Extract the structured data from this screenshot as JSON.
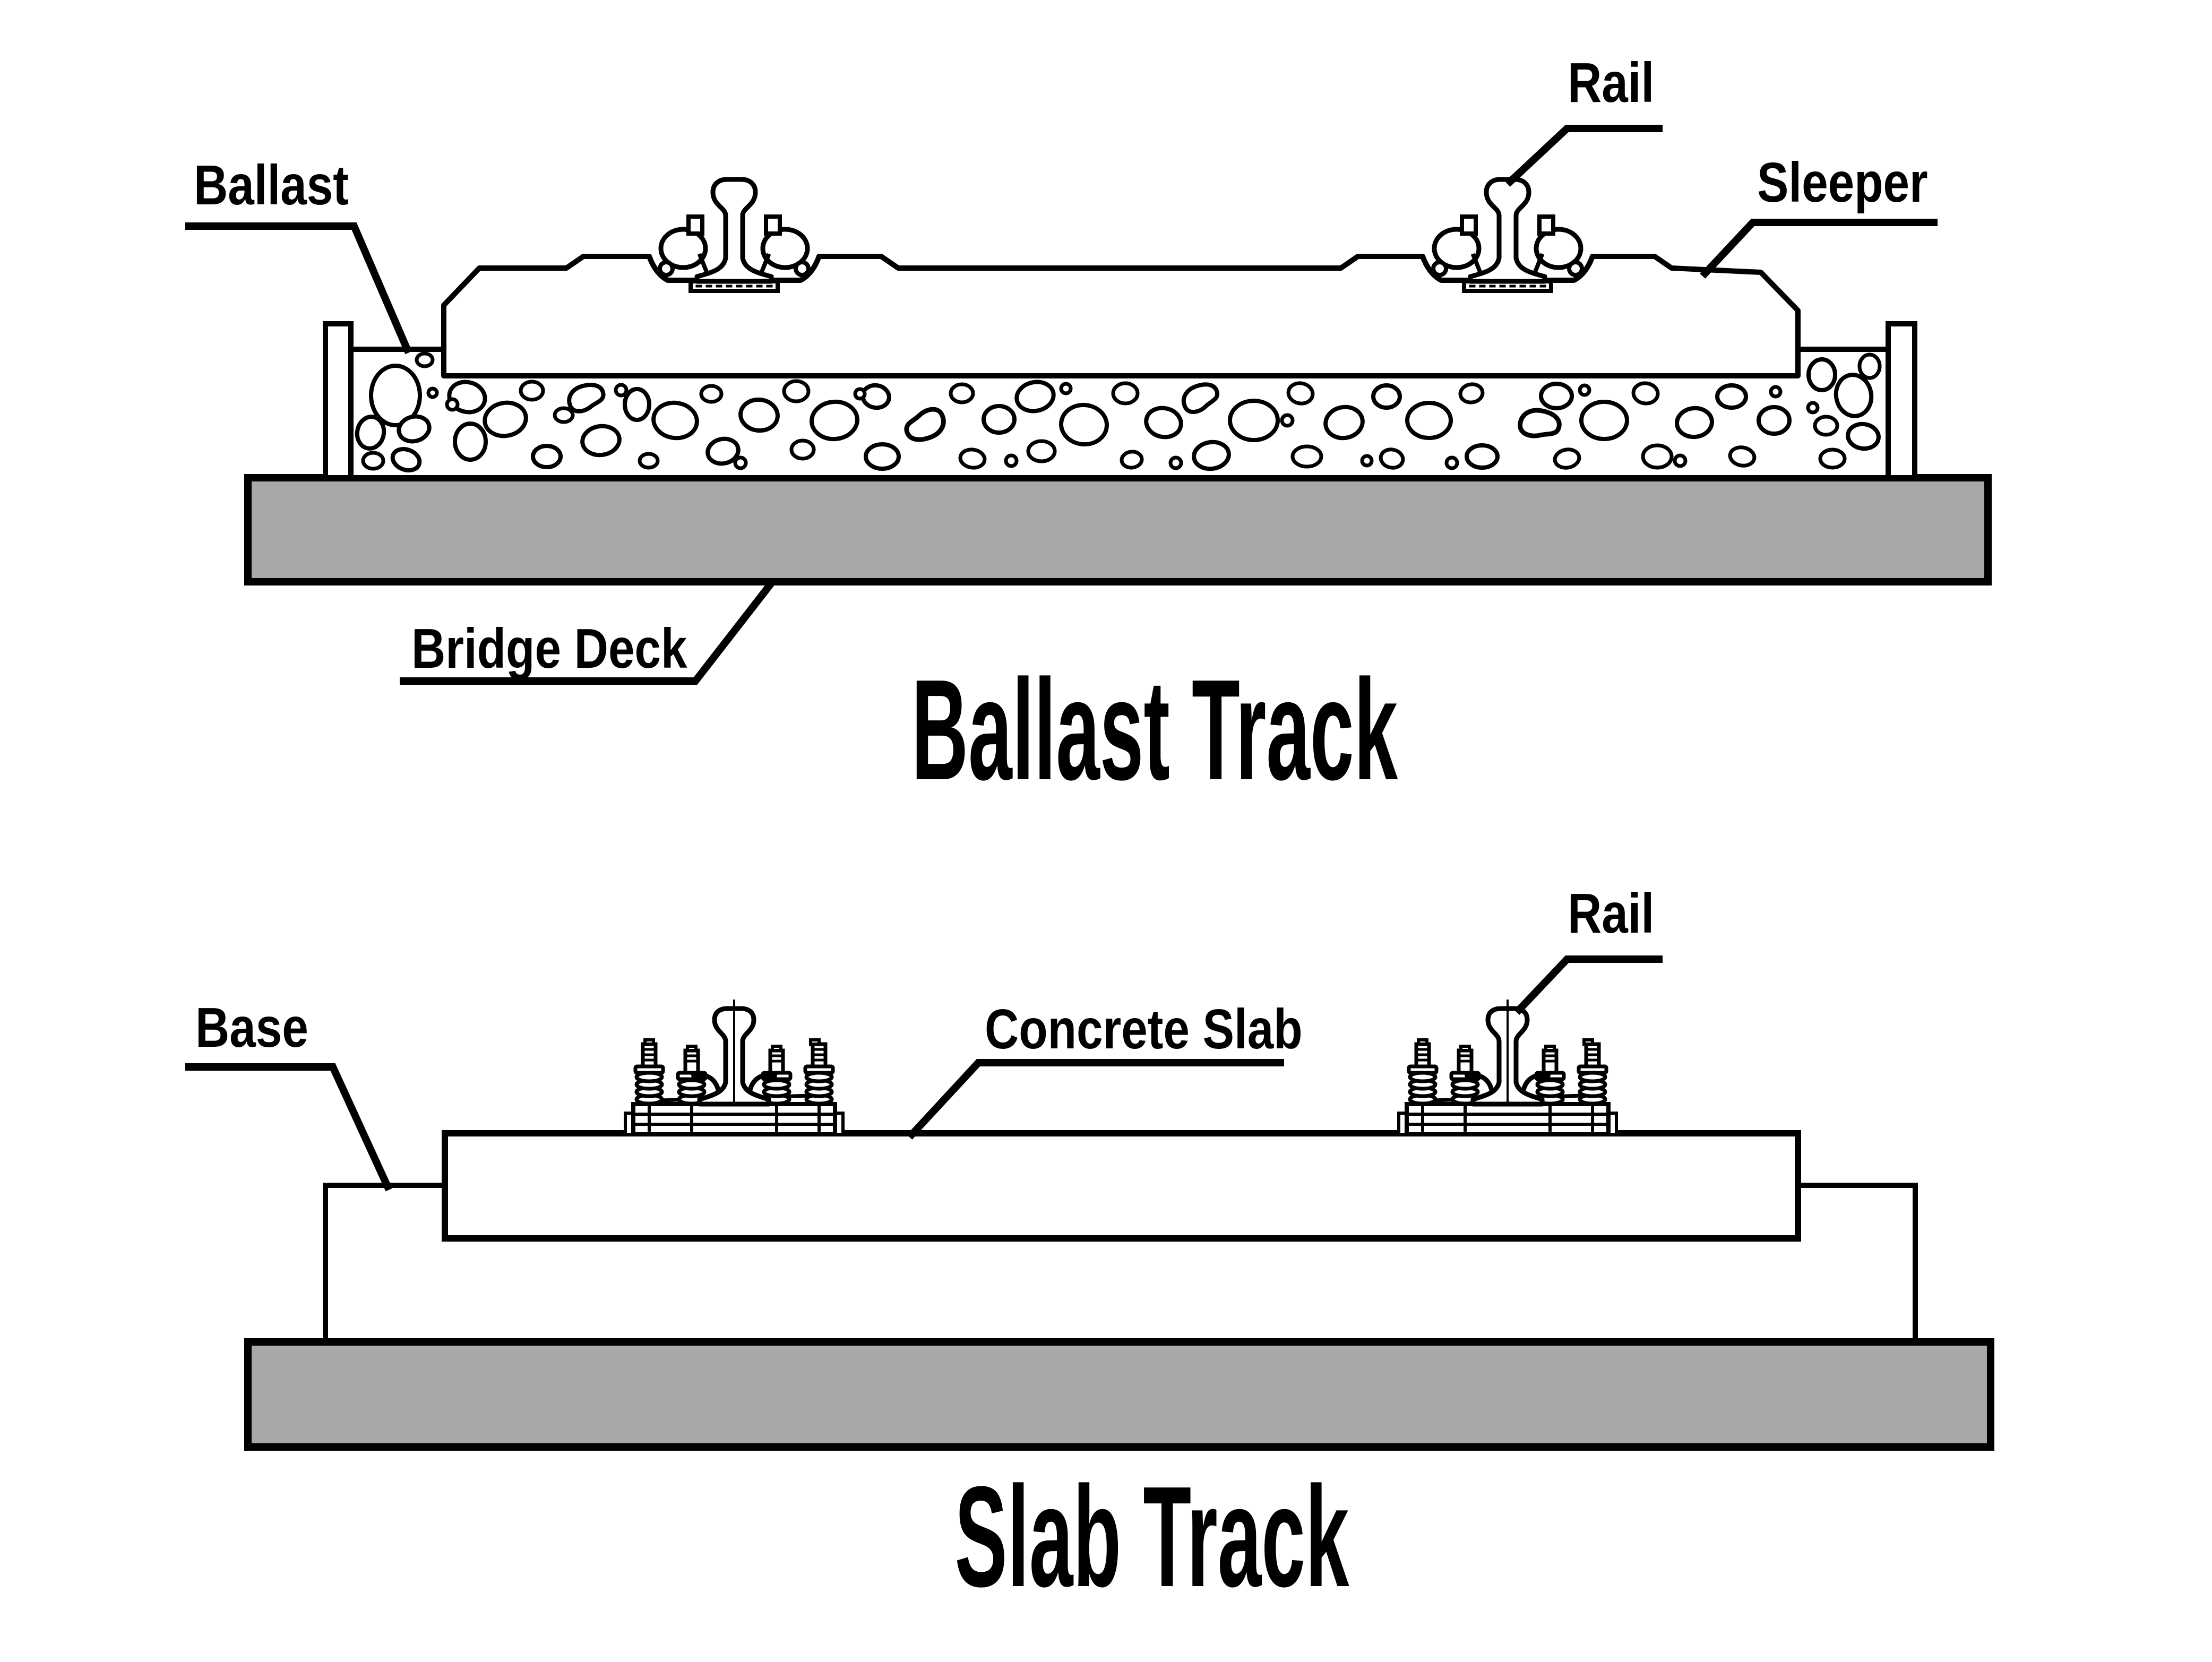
{
  "page": {
    "background_color": "#ffffff",
    "line_color": "#000000",
    "deck_color": "#a8a8a8"
  },
  "ballast_track": {
    "title": "Ballast Track",
    "labels": {
      "ballast": "Ballast",
      "rail": "Rail",
      "sleeper": "Sleeper",
      "bridge_deck": "Bridge Deck"
    }
  },
  "slab_track": {
    "title": "Slab Track",
    "labels": {
      "rail": "Rail",
      "base": "Base",
      "concrete_slab": "Concrete Slab"
    }
  }
}
